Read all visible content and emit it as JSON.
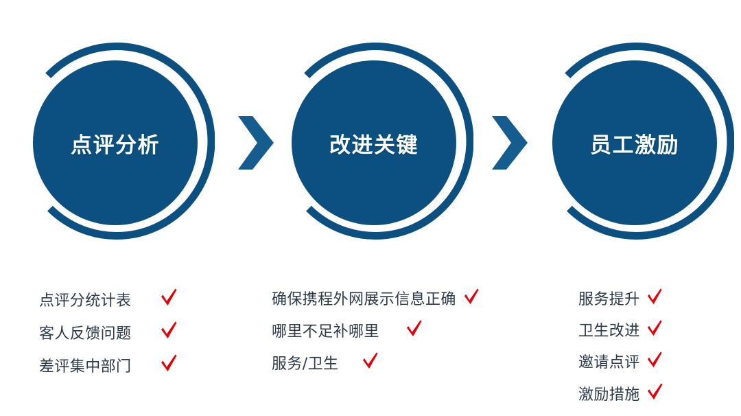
{
  "theme": {
    "brand_blue": "#0b5081",
    "ring_blue": "#0b5081",
    "check_red": "#e3000b",
    "text_dark": "#2c3a49",
    "background": "#ffffff",
    "label_color": "#ffffff"
  },
  "diagram": {
    "type": "process-flow",
    "stage_count": 3,
    "connector_icon": "chevron-right-icon",
    "bullet_icon": "red-checkmark-icon",
    "stages": [
      {
        "id": "stage-1",
        "title": "点评分析",
        "items": [
          {
            "text": "点评分统计表",
            "check": true
          },
          {
            "text": "客人反馈问题",
            "check": true
          },
          {
            "text": "差评集中部门",
            "check": true
          }
        ]
      },
      {
        "id": "stage-2",
        "title": "改进关键",
        "items": [
          {
            "text": "确保携程外网展示信息正确",
            "check": true
          },
          {
            "text": "哪里不足补哪里",
            "check": true
          },
          {
            "text": "服务/卫生",
            "check": true
          }
        ]
      },
      {
        "id": "stage-3",
        "title": "员工激励",
        "items": [
          {
            "text": "服务提升",
            "check": true
          },
          {
            "text": "卫生改进",
            "check": true
          },
          {
            "text": "邀请点评",
            "check": true
          },
          {
            "text": "激励措施",
            "check": true
          }
        ]
      }
    ]
  }
}
